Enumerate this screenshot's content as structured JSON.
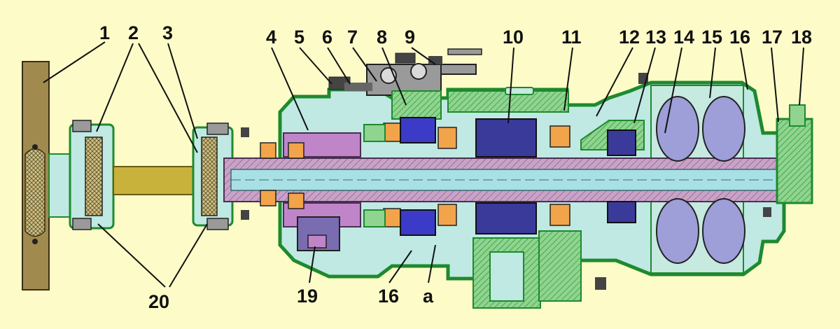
{
  "diagram": {
    "background": "#FDFCC8",
    "colors": {
      "housing_outline": "#1E8A2E",
      "housing_fill": "#BFE9E2",
      "green_part": "#8FD48F",
      "shaft": "#C9A2C8",
      "shaft_core": "#A9E0E6",
      "coupling_shaft": "#C8B23C",
      "flywheel": "#A08A4E",
      "bearing": "#F2A44A",
      "blue_part": "#3B3BC8",
      "purple_part": "#7A6CB0",
      "gear": "#3A3A9A",
      "gray_part": "#9A9A9A",
      "drum": "#9E9ED8"
    },
    "labels": [
      {
        "id": "1",
        "text": "1"
      },
      {
        "id": "2",
        "text": "2"
      },
      {
        "id": "3",
        "text": "3"
      },
      {
        "id": "4",
        "text": "4"
      },
      {
        "id": "5",
        "text": "5"
      },
      {
        "id": "6",
        "text": "6"
      },
      {
        "id": "7",
        "text": "7"
      },
      {
        "id": "8",
        "text": "8"
      },
      {
        "id": "9",
        "text": "9"
      },
      {
        "id": "10",
        "text": "10"
      },
      {
        "id": "11",
        "text": "11"
      },
      {
        "id": "12",
        "text": "12"
      },
      {
        "id": "13",
        "text": "13"
      },
      {
        "id": "14",
        "text": "14"
      },
      {
        "id": "15",
        "text": "15"
      },
      {
        "id": "16",
        "text": "16"
      },
      {
        "id": "17",
        "text": "17"
      },
      {
        "id": "18",
        "text": "18"
      },
      {
        "id": "19",
        "text": "19"
      },
      {
        "id": "16b",
        "text": "16"
      },
      {
        "id": "a",
        "text": "a"
      },
      {
        "id": "20",
        "text": "20"
      }
    ]
  }
}
